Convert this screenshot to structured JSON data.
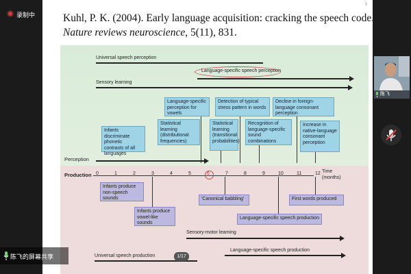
{
  "overlay": {
    "recording_label": "录制中",
    "screen_share_label": "陈飞的屏幕共享",
    "participant_name": "陈飞"
  },
  "slide": {
    "citation_line1": "Kuhl, P. K. (2004). Early language acquisition: cracking the speech code.",
    "citation_journal": "Nature reviews neuroscience",
    "citation_rest": ", 5(11), 831.",
    "slide_number": "3",
    "page_indicator": "1/17"
  },
  "figure": {
    "top_labels": {
      "universal_perception": "Universal speech perception",
      "language_specific_perception": "Language-specific speech perception",
      "sensory_learning": "Sensory learning"
    },
    "perception_label": "Perception",
    "production_label": "Production",
    "time_label": "Time",
    "time_unit": "(months)",
    "ticks": [
      "0",
      "1",
      "2",
      "3",
      "4",
      "5",
      "6",
      "7",
      "8",
      "9",
      "10",
      "11",
      "12"
    ],
    "perception_boxes": {
      "infants_discriminate": "Infants discriminate phonetic contrasts of all languages",
      "statistical_learning_dist": "Statistical learning (distributional frequencies)",
      "lang_specific_vowels": "Language-specific perception for vowels",
      "statistical_learning_trans": "Statistical learning (transitional probabilities)",
      "detection_stress": "Detection of typical stress pattern in words",
      "recognition_sound": "Recognition of language-specific sound combinations",
      "decline_foreign": "Decline in foreign-language consonant perception",
      "increase_native": "Increase in native-language consonant perception"
    },
    "production_boxes": {
      "non_speech": "Infants produce non-speech sounds",
      "vowel_like": "Infants produce vowel-like sounds",
      "canonical_babbling": "'Canonical babbling'",
      "first_words": "First words produced",
      "lang_specific_production": "Language-specific speech production"
    },
    "bottom_labels": {
      "sensory_motor": "Sensory-motor learning",
      "universal_production": "Universal speech production",
      "language_specific_production": "Language-specific speech production"
    }
  }
}
